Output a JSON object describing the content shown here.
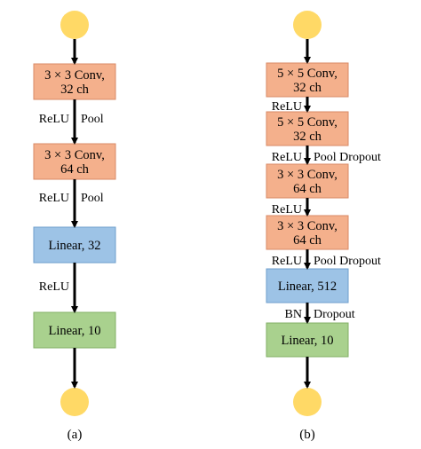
{
  "colors": {
    "conv_fill": "#f4b08c",
    "conv_stroke": "#d98a66",
    "linear_blue_fill": "#9dc3e6",
    "linear_blue_stroke": "#6f9fcd",
    "linear_green_fill": "#a9d18e",
    "linear_green_stroke": "#82b066",
    "node_fill": "#ffd966",
    "arrow": "#000000"
  },
  "diagram_a": {
    "caption": "(a)",
    "nodes": [
      "start-node",
      "end-node"
    ],
    "blocks": [
      {
        "line1": "3 × 3 Conv,",
        "line2": "32 ch",
        "kind": "conv"
      },
      {
        "line1": "3 × 3 Conv,",
        "line2": "64 ch",
        "kind": "conv"
      },
      {
        "line1": "Linear, 32",
        "line2": "",
        "kind": "linear_blue"
      },
      {
        "line1": "Linear, 10",
        "line2": "",
        "kind": "linear_green"
      }
    ],
    "edge_labels": [
      {
        "left": "ReLU",
        "right": "Pool"
      },
      {
        "left": "ReLU",
        "right": "Pool"
      },
      {
        "left": "ReLU",
        "right": ""
      }
    ]
  },
  "diagram_b": {
    "caption": "(b)",
    "nodes": [
      "start-node",
      "end-node"
    ],
    "blocks": [
      {
        "line1": "5 × 5 Conv,",
        "line2": "32 ch",
        "kind": "conv"
      },
      {
        "line1": "5 × 5 Conv,",
        "line2": "32 ch",
        "kind": "conv"
      },
      {
        "line1": "3 × 3 Conv,",
        "line2": "64 ch",
        "kind": "conv"
      },
      {
        "line1": "3 × 3 Conv,",
        "line2": "64 ch",
        "kind": "conv"
      },
      {
        "line1": "Linear, 512",
        "line2": "",
        "kind": "linear_blue"
      },
      {
        "line1": "Linear, 10",
        "line2": "",
        "kind": "linear_green"
      }
    ],
    "edge_labels": [
      {
        "left": "ReLU",
        "right": ""
      },
      {
        "left": "ReLU",
        "right": "Pool Dropout"
      },
      {
        "left": "ReLU",
        "right": ""
      },
      {
        "left": "ReLU",
        "right": "Pool Dropout"
      },
      {
        "left": "BN",
        "right": "Dropout"
      }
    ]
  }
}
